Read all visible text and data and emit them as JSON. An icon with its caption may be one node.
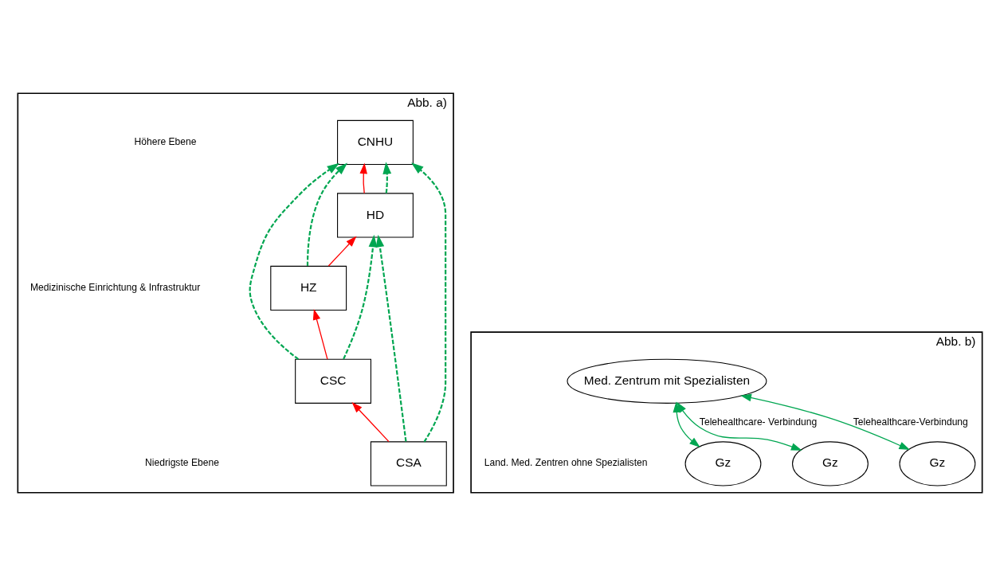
{
  "diagram": {
    "nodes": [
      {
        "text": [
          "Abb. a)"
        ]
      },
      {
        "text": [
          "CSA"
        ],
        "in": 0
      },
      {
        "text": [
          "CSC"
        ],
        "in": 0
      },
      {
        "text": [
          "HZ"
        ],
        "in": 0
      },
      {
        "text": [
          "HD"
        ],
        "in": 0
      },
      {
        "text": [
          "CNHU"
        ],
        "in": 0
      },
      {
        "text": [
          "Abb. b)"
        ]
      },
      {
        "text": [
          "Med. Zentrum mit Spezialisten"
        ],
        "in": 6
      },
      {
        "text": [
          "Gz"
        ],
        "in": 6
      },
      {
        "text": [
          "Gz"
        ],
        "in": 6
      },
      {
        "text": [
          "Gz"
        ],
        "in": 6
      }
    ],
    "edges": [
      {
        "from": 1,
        "to": 2,
        "arrow": "to",
        "color": "#ff0000"
      },
      {
        "from": 2,
        "to": 3,
        "arrow": "to",
        "color": "#ff0000"
      },
      {
        "from": 3,
        "to": 4,
        "arrow": "to",
        "color": "#ff0000"
      },
      {
        "from": 4,
        "to": 5,
        "arrow": "to",
        "color": "#ff0000"
      },
      {
        "from": 1,
        "to": 5,
        "arrow": "to",
        "style": "dashed"
      },
      {
        "from": 1,
        "to": 4,
        "arrow": "to",
        "style": "dashed"
      },
      {
        "from": 2,
        "to": 5,
        "arrow": "to",
        "style": "dashed"
      },
      {
        "from": 2,
        "to": 4,
        "arrow": "to",
        "style": "dashed"
      },
      {
        "from": 3,
        "to": 5,
        "arrow": "to",
        "style": "dashed"
      },
      {
        "from": 4,
        "to": 5,
        "arrow": "to",
        "style": "dashed"
      },
      {
        "from": 7,
        "to": 8,
        "arrow": "both",
        "label": "Telehealthcare-Verbindung"
      },
      {
        "from": 7,
        "to": 9,
        "arrow": "both",
        "label": "Telehealthcare- Verbindung"
      },
      {
        "from": 7,
        "to": 10,
        "arrow": "both"
      }
    ],
    "labels": [
      "Höhere Ebene",
      "Medizinische Einrichtung & Infrastruktur",
      "Niedrigste Ebene",
      "Land. Med. Zentren ohne Spezialisten"
    ]
  }
}
